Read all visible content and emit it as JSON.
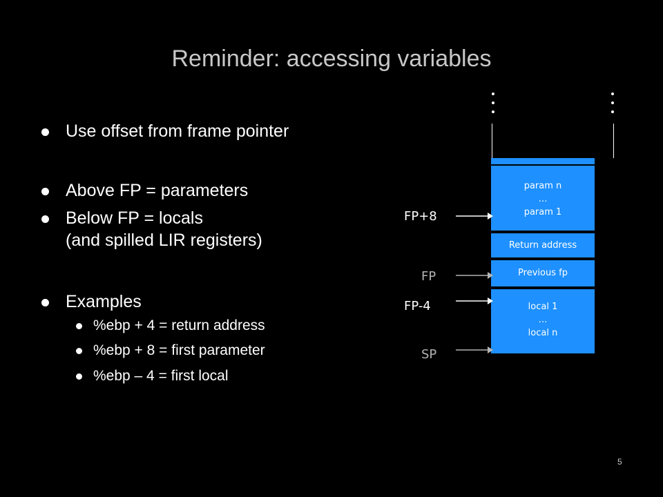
{
  "title": "Reminder: accessing variables",
  "bullets": [
    {
      "text": "Use offset from frame pointer"
    },
    {
      "text": "Above FP = parameters"
    },
    {
      "text": "Below FP = locals"
    },
    {
      "text": "(and spilled LIR registers)"
    },
    {
      "text": "Examples"
    }
  ],
  "sub_bullets": [
    {
      "text": "%ebp + 4 = return address"
    },
    {
      "text": "%ebp + 8 = first parameter"
    },
    {
      "text": "%ebp – 4  = first local"
    }
  ],
  "stack": {
    "params": {
      "top": "param n",
      "mid": "…",
      "bottom": "param 1"
    },
    "return_address": "Return address",
    "previous_fp": "Previous fp",
    "locals": {
      "top": "local 1",
      "mid": "…",
      "bottom": "local n"
    }
  },
  "pointers": {
    "fp_plus_8": "FP+8",
    "fp": "FP",
    "fp_minus_4": "FP-4",
    "sp": "SP"
  },
  "colors": {
    "stack_fill": "#1e90ff",
    "title": "#c8c8c8",
    "pointer_dim": "#b4b4b4"
  },
  "page_number": "5"
}
